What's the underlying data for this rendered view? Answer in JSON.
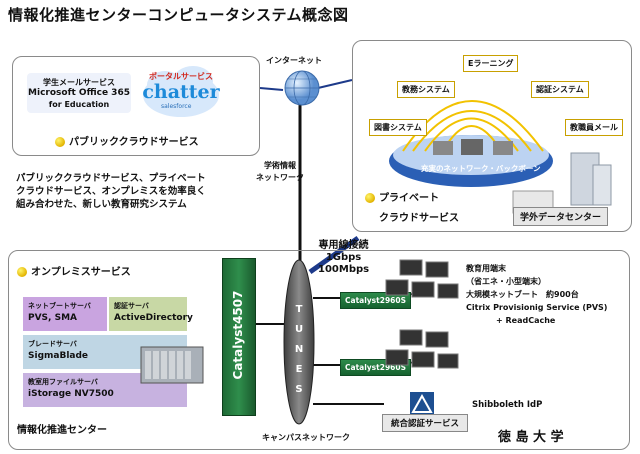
{
  "title": "情報化推進センターコンピュータシステム概念図",
  "internet": "インターネット",
  "academic_net": [
    "学術情報",
    "ネットワーク"
  ],
  "public_cloud": {
    "label": "パブリッククラウドサービス",
    "mail_title": "学生メールサービス",
    "mail_name": "Microsoft Office 365",
    "mail_sub": "for Education",
    "portal_title": "ポータルサービス",
    "portal_logo": "chatter",
    "portal_sub": "salesforce"
  },
  "description": [
    "パブリッククラウドサービス、プライベート",
    "クラウドサービス、オンプレミスを効率良く",
    "組み合わせた、新しい教育研究システム"
  ],
  "private_cloud": {
    "label1": "プライベート",
    "label2": "クラウドサービス",
    "elearning": "Eラーニング",
    "kyomu": "教務システム",
    "ninsho": "認証システム",
    "tosho": "図書システム",
    "mail": "教職員メール",
    "backbone": "充実のネットワーク・バックボーン",
    "datacenter": "学外データセンター"
  },
  "dedicated_line": {
    "label": "専用線接続",
    "speed1": "1Gbps",
    "speed2": "100Mbps"
  },
  "onpremise": {
    "label": "オンプレミスサービス",
    "netboot_title": "ネットブートサーバ",
    "netboot_name": "PVS, SMA",
    "auth_title": "認証サーバ",
    "auth_name": "ActiveDirectory",
    "blade_title": "ブレードサーバ",
    "blade_name": "SigmaBlade",
    "file_title": "教室用ファイルサーバ",
    "file_name": "iStorage NV7500",
    "center": "情報化推進センター"
  },
  "catalyst4507": "Catalyst4507",
  "tunes": "TUNES",
  "campus_net": "キャンパスネットワーク",
  "switch1": "Catalyst2960S",
  "switch2": "Catalyst2960S",
  "terminals": {
    "line1": "教育用端末",
    "line2": "（省エネ・小型端末）",
    "line3": "大規模ネットブート　約900台",
    "line4": "Citrix Provisionig Service (PVS)",
    "line5": "+ ReadCache"
  },
  "shibboleth": "Shibboleth IdP",
  "unified_auth": "統合認証サービス",
  "university": "徳 島 大 学"
}
